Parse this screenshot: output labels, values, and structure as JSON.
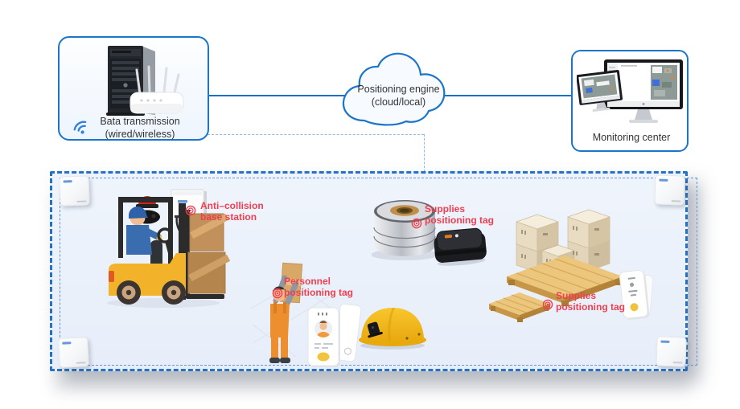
{
  "transmission_box": {
    "title": "Bata transmission",
    "subtitle": "(wired/wireless)"
  },
  "cloud": {
    "title": "Positioning engine",
    "subtitle": "(cloud/local)"
  },
  "monitoring_box": {
    "title": "Monitoring center"
  },
  "area_labels": {
    "anti_collision": {
      "line1": "Anti–collision",
      "line2": "base station"
    },
    "supplies_coil": {
      "line1": "Supplies",
      "line2": "positioning tag"
    },
    "personnel": {
      "line1": "Personnel",
      "line2": "positioning tag"
    },
    "supplies_pallet": {
      "line1": "Supplies",
      "line2": "positioning tag"
    }
  },
  "icons": {
    "wifi": "wifi-icon",
    "target": "target-icon"
  },
  "colors": {
    "accent_blue": "#1b75cb",
    "dash_blue": "#2472c5",
    "label_red": "#ee3f51",
    "area_fill": "#eaf0fa"
  }
}
